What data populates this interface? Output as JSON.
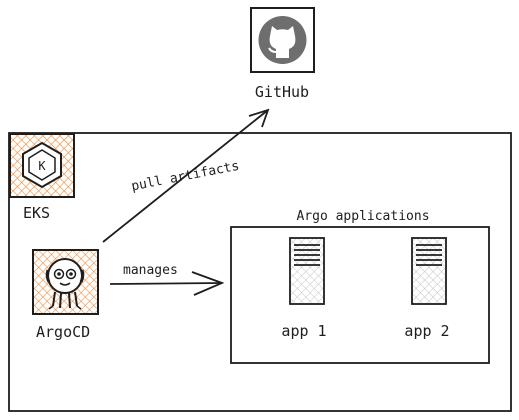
{
  "nodes": {
    "github": {
      "label": "GitHub",
      "icon": "github-octocat-icon"
    },
    "eks": {
      "label": "EKS",
      "icon": "kubernetes-icon"
    },
    "argocd": {
      "label": "ArgoCD",
      "icon": "argo-octopus-icon"
    }
  },
  "group": {
    "label": "Argo applications"
  },
  "apps": [
    {
      "label": "app 1",
      "icon": "server-icon"
    },
    {
      "label": "app 2",
      "icon": "server-icon"
    }
  ],
  "edges": {
    "pull": {
      "label": "pull artifacts"
    },
    "manages": {
      "label": "manages"
    }
  },
  "colors": {
    "stroke": "#1e1e1e",
    "hatch_orange": "#f08c3a",
    "hatch_gray": "#b5b5b5",
    "github_fill": "#6e6e6e"
  }
}
